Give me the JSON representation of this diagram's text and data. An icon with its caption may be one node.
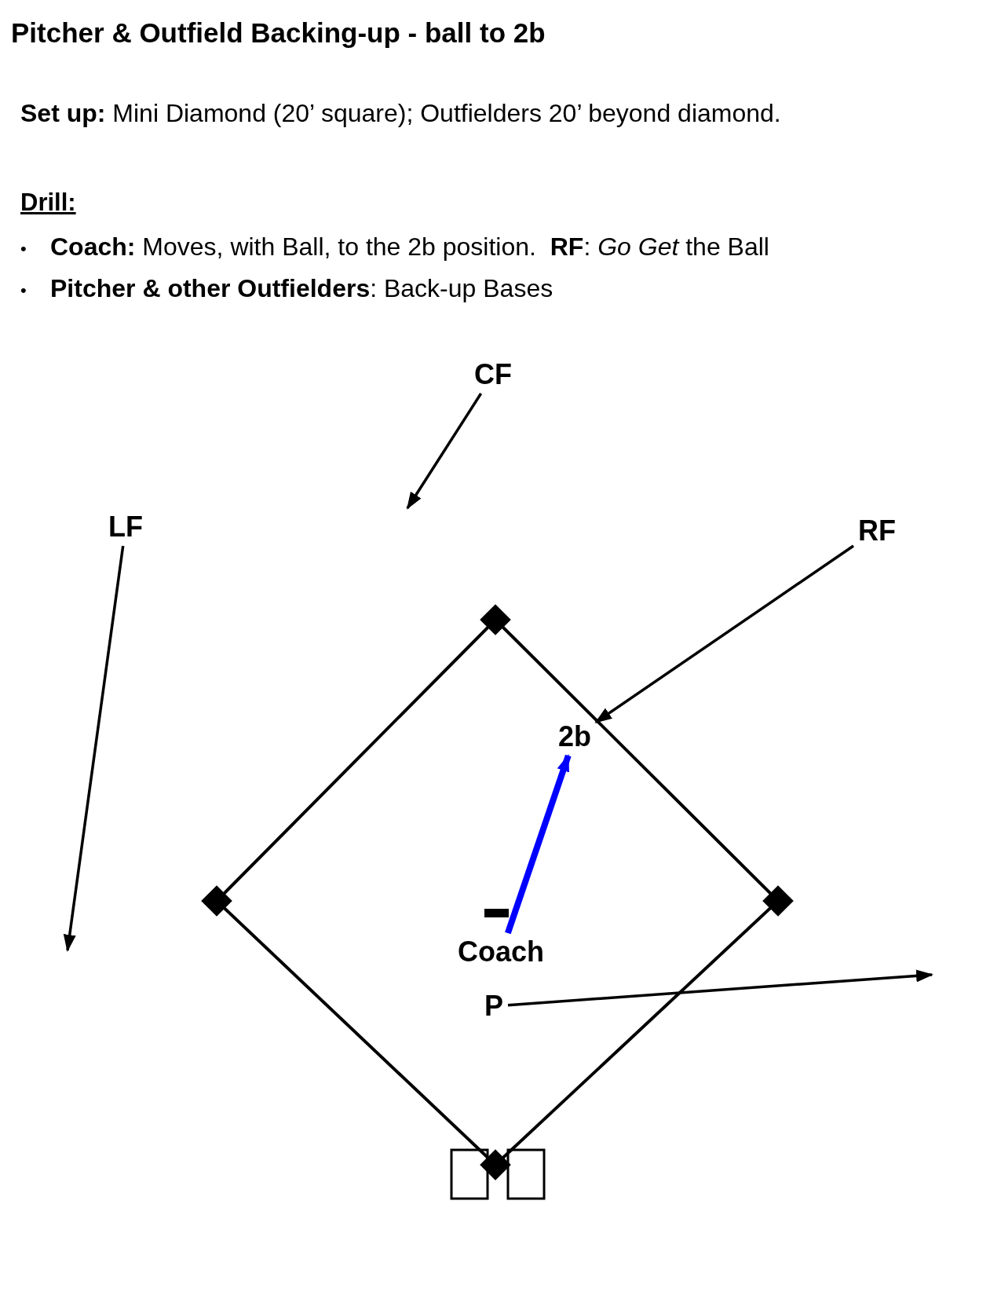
{
  "diagram": {
    "title": "Pitcher & Outfield Backing-up - ball to 2b",
    "nodes": [
      {
        "text": [
          "CF"
        ]
      },
      {
        "text": [
          "LF"
        ]
      },
      {
        "text": [
          "RF"
        ]
      },
      {
        "text": [
          "2b"
        ]
      },
      {
        "text": [
          "Coach"
        ]
      },
      {
        "text": [
          "P"
        ]
      }
    ],
    "edges": [
      {
        "from": 0,
        "to": null,
        "arrow": "to"
      },
      {
        "from": 2,
        "to": 3,
        "arrow": "to"
      },
      {
        "from": 1,
        "to": null,
        "arrow": "to"
      },
      {
        "from": 4,
        "to": 3,
        "arrow": "to",
        "style": "thick",
        "color": "#0000ff"
      },
      {
        "from": 5,
        "to": null,
        "arrow": "to"
      }
    ],
    "labels": [
      "**Set up:** Mini Diamond (20’ square); Outfielders 20’ beyond diamond.",
      "Drill:",
      "•",
      "**Coach:** Moves, with Ball, to the 2b position.  **RF**: *Go Get* the Ball",
      "•",
      "**Pitcher & other Outfielders**: Back-up Bases"
    ]
  }
}
